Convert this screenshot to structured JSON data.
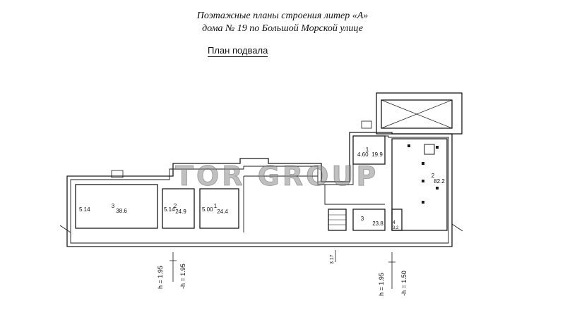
{
  "header": {
    "title_line1": "Поэтажные планы строения литер «А»",
    "title_line2": "дома № 19 по Большой Морской  улице",
    "subtitle": "План подвала"
  },
  "watermark": "TOR GROUP",
  "rooms": [
    {
      "num": "3",
      "area": "38.6",
      "height": "5.14"
    },
    {
      "num": "2",
      "area": "24.9",
      "height": "5.14"
    },
    {
      "num": "1",
      "area": "24.4",
      "height": "5.00"
    },
    {
      "num": "1",
      "area": "19.9",
      "height": "4.60"
    },
    {
      "num": "2",
      "area": "82.2"
    },
    {
      "num": "3",
      "area": "23.8"
    },
    {
      "num": "4",
      "area": "3.2"
    }
  ],
  "levels": {
    "left_top": "h = 1.95",
    "left_bottom": "-h = 1.95",
    "middle": "3.17",
    "right_top": "h = 1.95",
    "right_bottom": "-h = 1.50"
  },
  "colors": {
    "line": "#1a1a1a",
    "watermark": "#8c8c8c"
  }
}
